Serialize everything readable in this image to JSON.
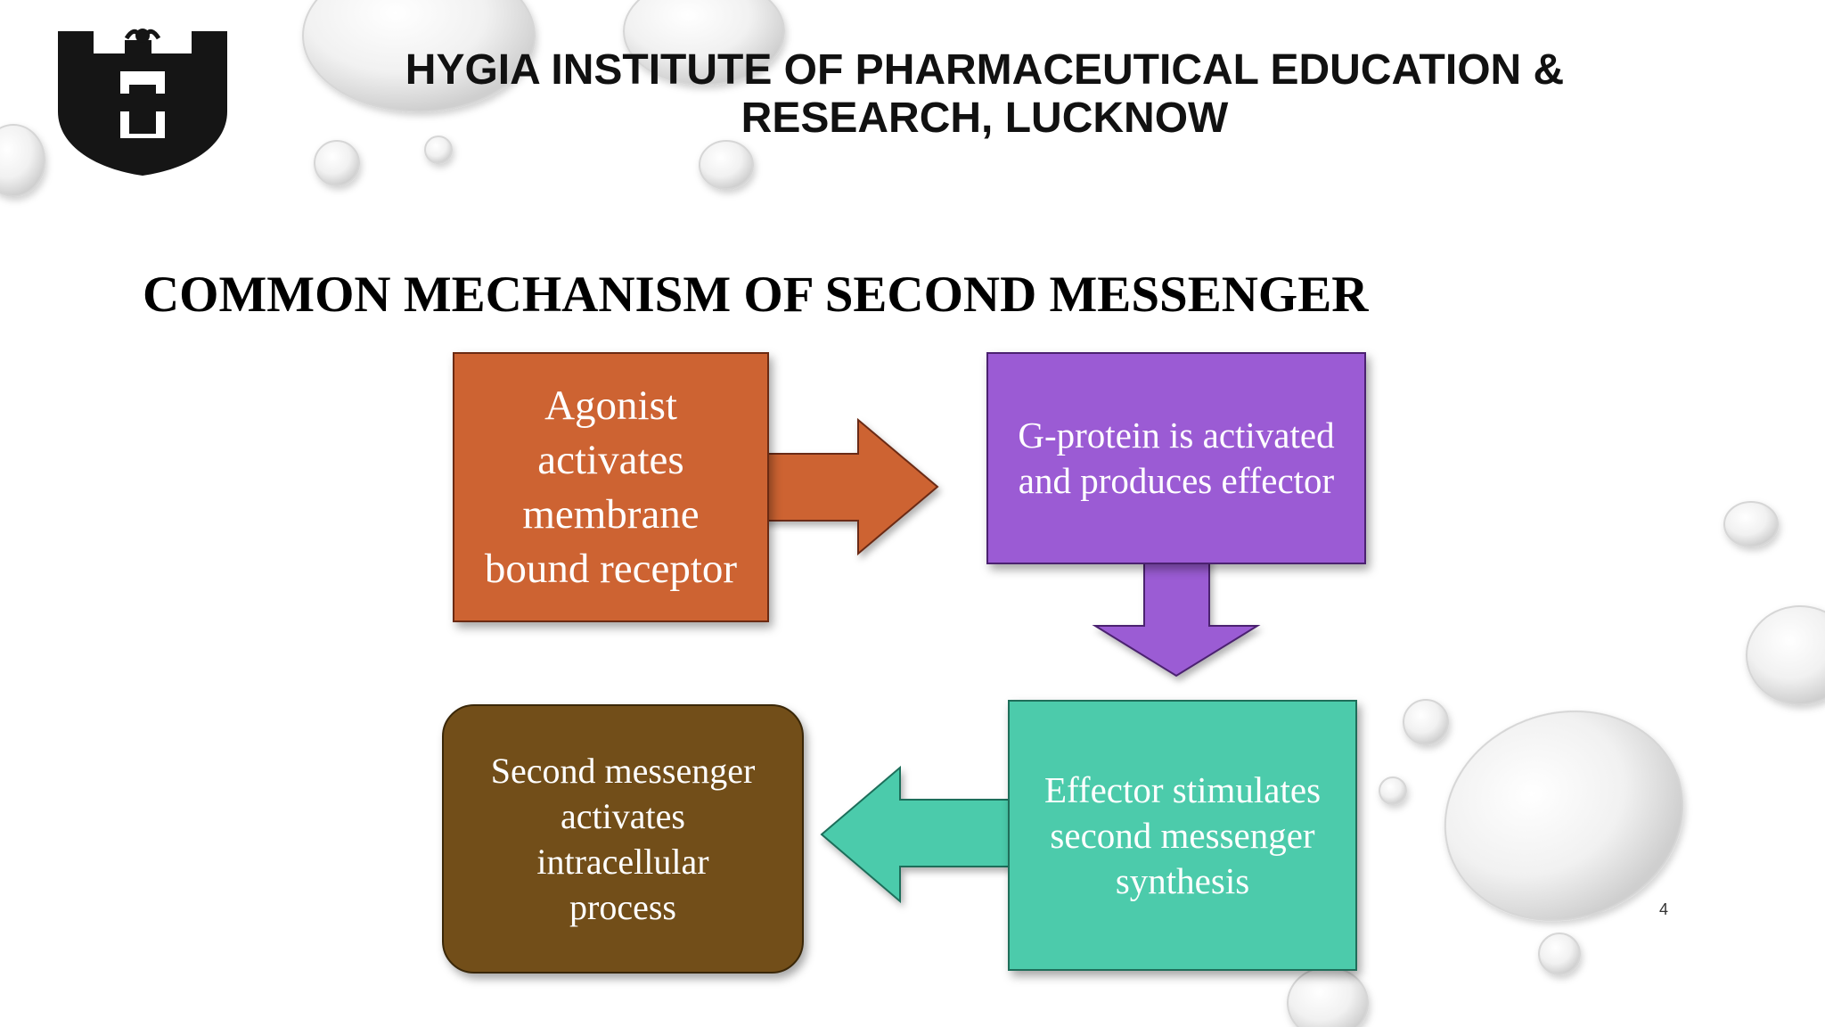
{
  "header": {
    "institute_line1": "HYGIA INSTITUTE OF PHARMACEUTICAL EDUCATION &",
    "institute_line2": "RESEARCH, LUCKNOW",
    "logo_icon": "hygia-shield-logo"
  },
  "slide": {
    "title": "COMMON MECHANISM OF SECOND MESSENGER",
    "page_number": "4"
  },
  "flowchart": {
    "nodes": [
      {
        "id": "agonist",
        "lines": [
          "Agonist",
          "activates",
          "membrane",
          "bound receptor"
        ],
        "color": "#cd6332"
      },
      {
        "id": "gprotein",
        "lines": [
          "G-protein is activated",
          "and produces effector"
        ],
        "color": "#9b5bd4"
      },
      {
        "id": "effector",
        "lines": [
          "Effector stimulates",
          "second messenger",
          "synthesis"
        ],
        "color": "#4ccbab"
      },
      {
        "id": "second",
        "lines": [
          "Second messenger",
          "activates",
          "intracellular",
          "process"
        ],
        "color": "#724e19"
      }
    ],
    "edges": [
      {
        "from": "agonist",
        "to": "gprotein",
        "direction": "right"
      },
      {
        "from": "gprotein",
        "to": "effector",
        "direction": "down"
      },
      {
        "from": "effector",
        "to": "second",
        "direction": "left"
      }
    ]
  },
  "colors": {
    "logo": "#111111",
    "title_text": "#000000",
    "droplet": "#e8e8e8"
  }
}
